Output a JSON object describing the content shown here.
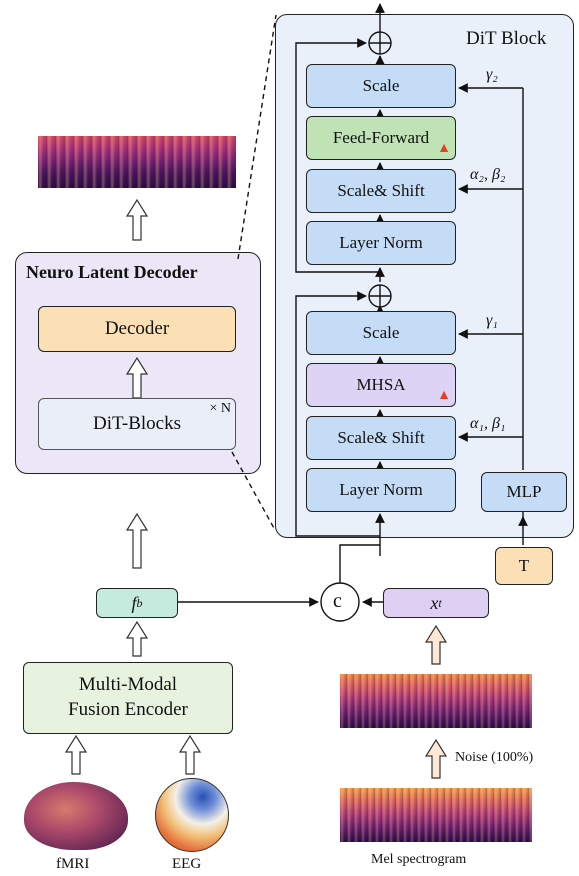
{
  "dit_block": {
    "title": "DiT Block",
    "scale_top": "Scale",
    "feed_forward": "Feed-Forward",
    "scale_shift_top": "Scale& Shift",
    "layer_norm_top": "Layer Norm",
    "scale_bottom": "Scale",
    "mhsa": "MHSA",
    "scale_shift_bottom": "Scale& Shift",
    "layer_norm_bottom": "Layer Norm",
    "mlp": "MLP",
    "gamma2": "γ₂",
    "alpha2_beta2": "α₂, β₂",
    "gamma1": "γ₁",
    "alpha1_beta1": "α₁, β₁"
  },
  "decoder": {
    "title": "Neuro Latent Decoder",
    "decoder_label": "Decoder",
    "dit_blocks_label": "DiT-Blocks",
    "times_n": "× N"
  },
  "inputs": {
    "t_label": "T",
    "fb_label": "f",
    "fb_sub": "b",
    "xt_label": "x",
    "xt_sub": "t",
    "concat_label": "c",
    "encoder_line1": "Multi-Modal",
    "encoder_line2": "Fusion Encoder",
    "fmri": "fMRI",
    "eeg": "EEG",
    "noise": "Noise (100%)",
    "mel": "Mel spectrogram"
  },
  "colors": {
    "blue_block": "#c5dcf7",
    "green_block": "#bfe3b5",
    "purple_block": "#ddd3f4",
    "orange_block": "#fbe0b6",
    "panel_bg": "#eaf0fa",
    "decoder_bg": "#ece7f6"
  }
}
